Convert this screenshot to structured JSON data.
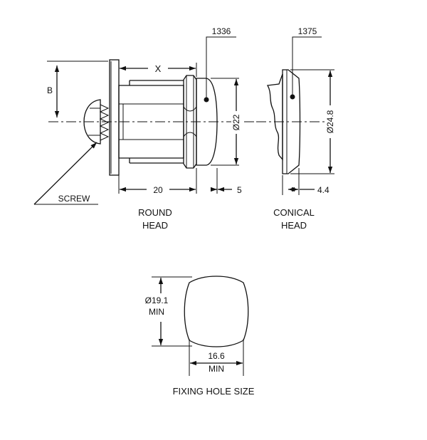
{
  "labels": {
    "part_round": "1336",
    "part_conical": "1375",
    "dim_x": "X",
    "dim_b": "B",
    "dim_round_dia": "Ø22",
    "dim_conical_dia": "Ø24.8",
    "dim_length": "20",
    "dim_round_head": "5",
    "dim_conical_head": "4.4",
    "screw": "SCREW",
    "round_head_line1": "ROUND",
    "round_head_line2": "HEAD",
    "conical_head_line1": "CONICAL",
    "conical_head_line2": "HEAD",
    "hole_dia_line1": "Ø19.1",
    "hole_dia_line2": "MIN",
    "hole_width_line1": "16.6",
    "hole_width_line2": "MIN",
    "hole_title": "FIXING HOLE SIZE"
  }
}
